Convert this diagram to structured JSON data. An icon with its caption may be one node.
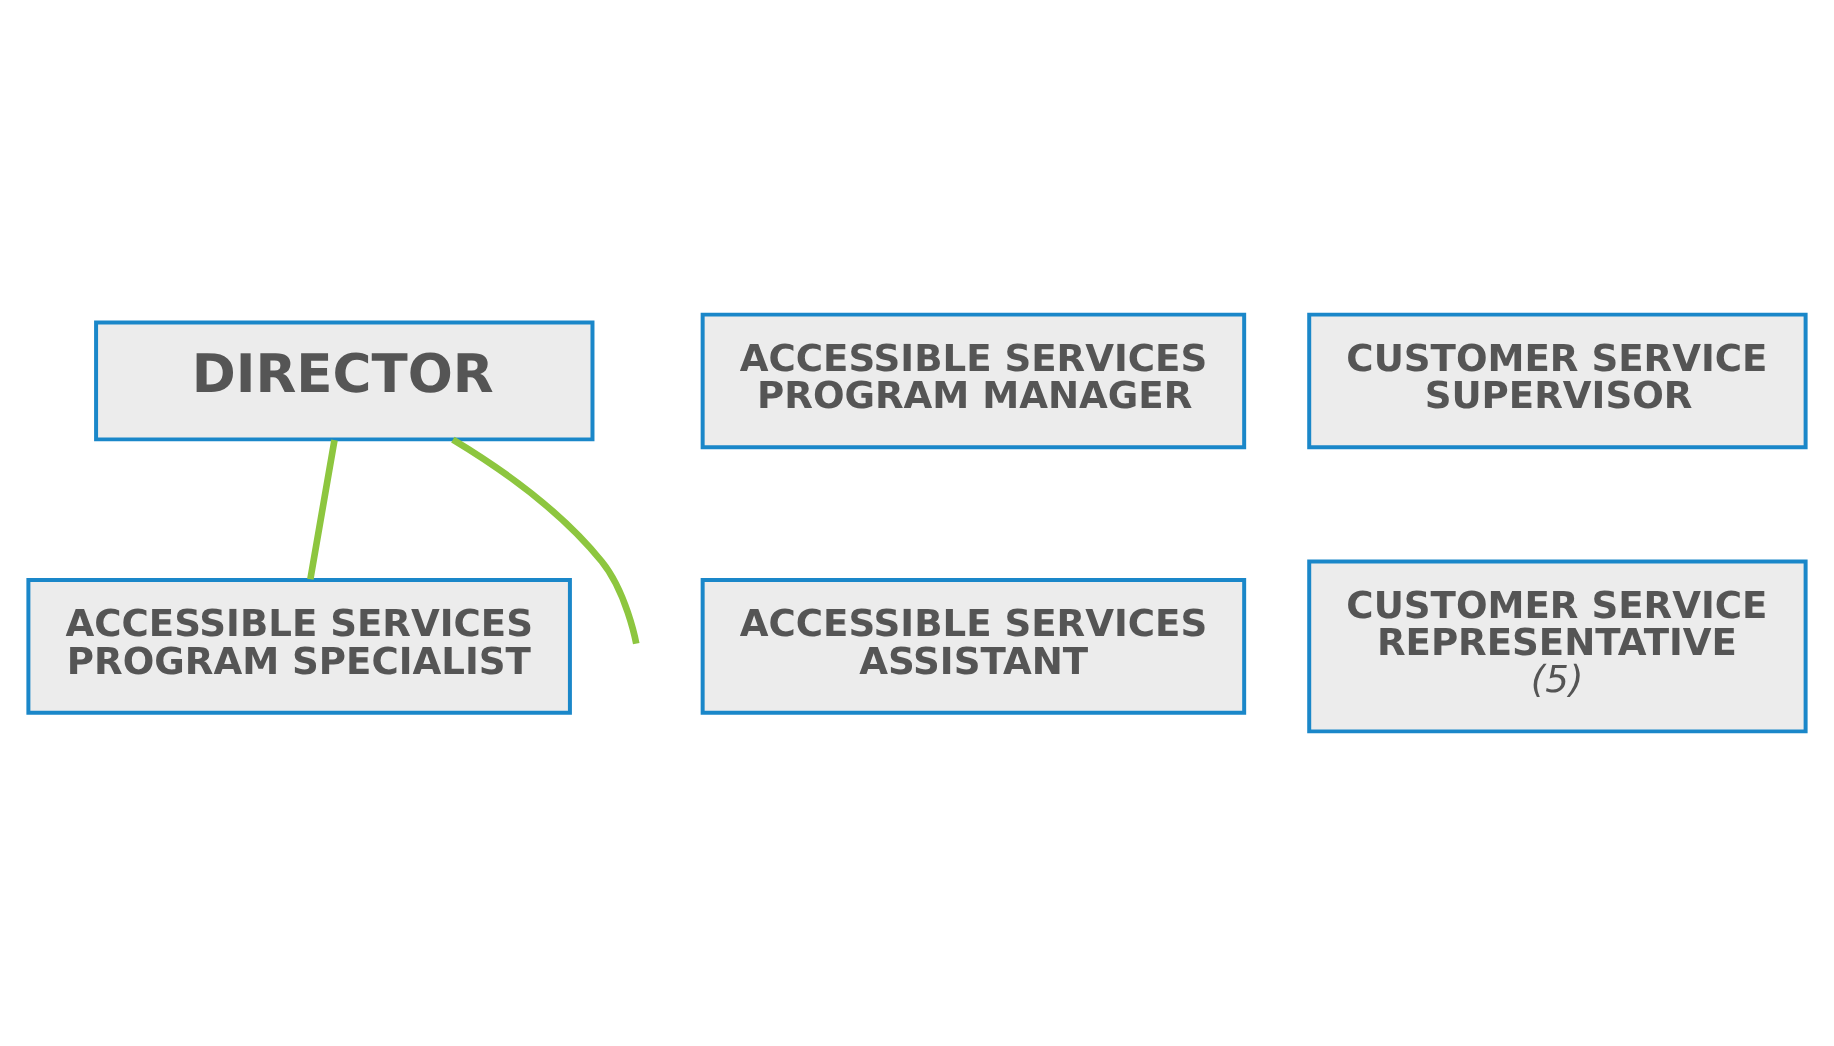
{
  "diagram": {
    "nodes": [
      {
        "text": [
          "DIRECTOR"
        ]
      },
      {
        "text": [
          "ACCESSIBLE SERVICES PROGRAM MANAGER"
        ]
      },
      {
        "text": [
          "CUSTOMER SERVICE SUPERVISOR"
        ]
      },
      {
        "text": [
          "ACCESSIBLE SERVICES PROGRAM SPECIALIST"
        ]
      },
      {
        "text": [
          "ACCESSIBLE SERVICES ASSISTANT"
        ]
      },
      {
        "text": [
          "CUSTOMER SERVICE REPRESENTATIVE",
          "(5)"
        ]
      }
    ],
    "edges": [
      {
        "from": 0,
        "to": 3,
        "arrow": "none",
        "color": "#8dc63f"
      },
      {
        "from": 0,
        "to": null,
        "arrow": "none",
        "color": "#8dc63f"
      }
    ]
  }
}
